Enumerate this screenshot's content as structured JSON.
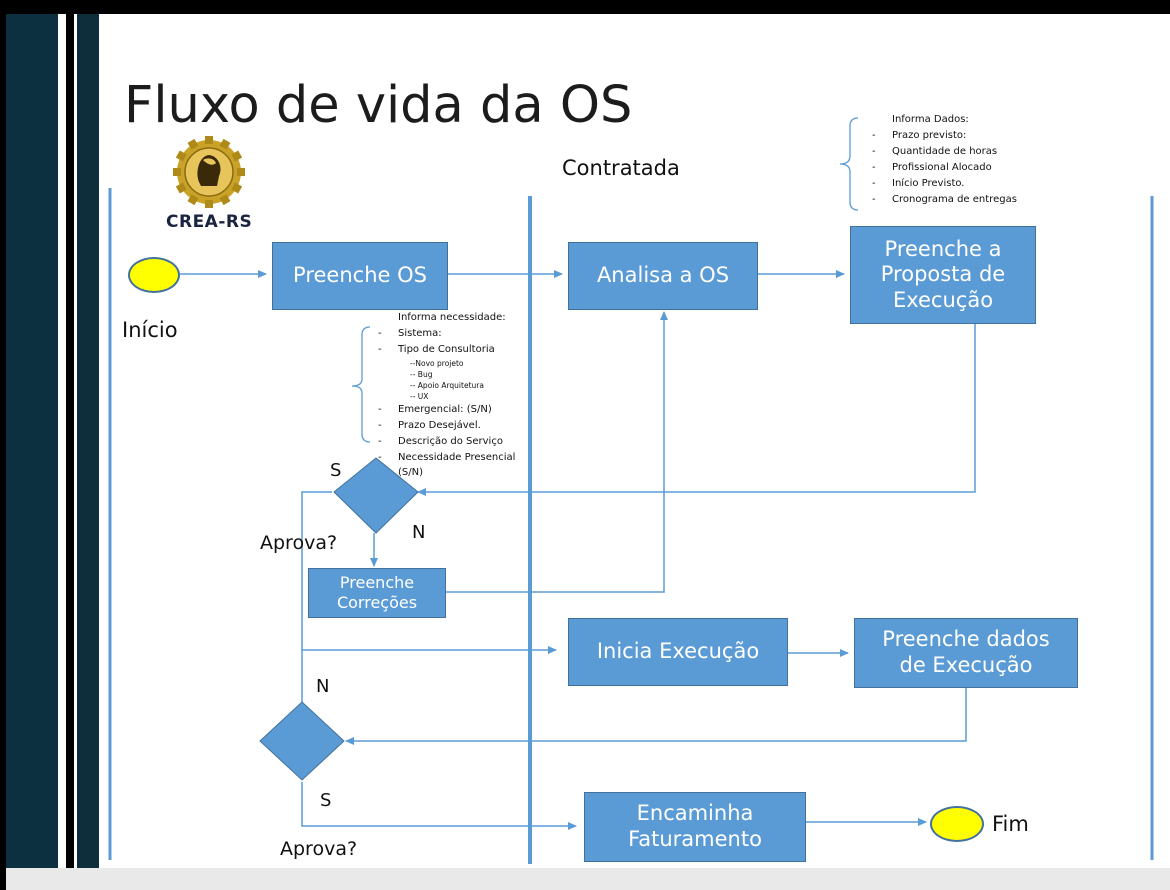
{
  "title": "Fluxo de vida da OS",
  "logo_text": "CREA-RS",
  "lane_label": "Contratada",
  "start_label": "Início",
  "end_label": "Fim",
  "boxes": {
    "preenche_os": "Preenche OS",
    "analisa_os": "Analisa a OS",
    "preenche_proposta": "Preenche a\nProposta de\nExecução",
    "preenche_correcoes": "Preenche\nCorreções",
    "inicia_execucao": "Inicia Execução",
    "preenche_dados_execucao": "Preenche dados\nde Execução",
    "encaminha_faturamento": "Encaminha\nFaturamento"
  },
  "decision1": {
    "label": "Aprova?",
    "yes": "S",
    "no": "N"
  },
  "decision2": {
    "label": "Aprova?",
    "yes": "S",
    "no": "N"
  },
  "note_needs": {
    "heading": "Informa necessidade:",
    "items": [
      {
        "text": "Sistema:",
        "sub": false
      },
      {
        "text": "Tipo de Consultoria",
        "sub": false
      },
      {
        "text": "--Novo projeto",
        "sub": true
      },
      {
        "text": "-- Bug",
        "sub": true
      },
      {
        "text": "-- Apoio Arquitetura",
        "sub": true
      },
      {
        "text": "-- UX",
        "sub": true
      },
      {
        "text": "Emergencial: (S/N)",
        "sub": false
      },
      {
        "text": "Prazo Desejável.",
        "sub": false
      },
      {
        "text": "Descrição do Serviço",
        "sub": false
      },
      {
        "text": "Necessidade Presencial",
        "sub": false
      },
      {
        "text": "(S/N)",
        "sub": true,
        "cont": true
      }
    ]
  },
  "note_data": {
    "heading": "Informa Dados:",
    "items": [
      "Prazo previsto:",
      "Quantidade de horas",
      "Profissional Alocado",
      "Início Previsto.",
      "Cronograma de entregas"
    ]
  },
  "colors": {
    "box_fill": "#5b9bd5",
    "box_border": "#41719c",
    "circle_fill": "#ffff00",
    "left_bar_dark": "#0d3040",
    "left_bar_mid": "#0f2e3c"
  }
}
